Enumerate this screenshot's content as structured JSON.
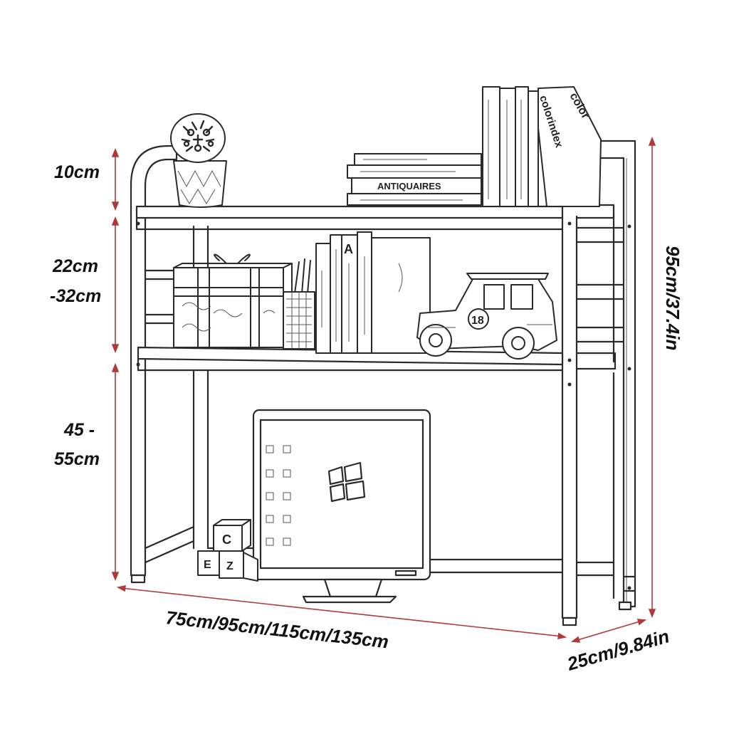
{
  "colors": {
    "dimension_line": "#b03a3a",
    "ink": "#2a2a2a",
    "background": "#ffffff"
  },
  "dimensions": {
    "top_height": "10cm",
    "middle_height_line1": "22cm",
    "middle_height_line2": "-32cm",
    "bottom_height_line1": "45 -",
    "bottom_height_line2": "55cm",
    "total_height": "95cm/37.4in",
    "width": "75cm/95cm/115cm/135cm",
    "depth": "25cm/9.84in"
  },
  "product_text": {
    "book_antiquaires": "ANTIQUAIRES",
    "book_colorindex": "colorindex",
    "book_color": "color",
    "book_letter_a": "A",
    "car_number": "18",
    "block_c": "C",
    "block_e": "E",
    "block_z": "Z"
  }
}
